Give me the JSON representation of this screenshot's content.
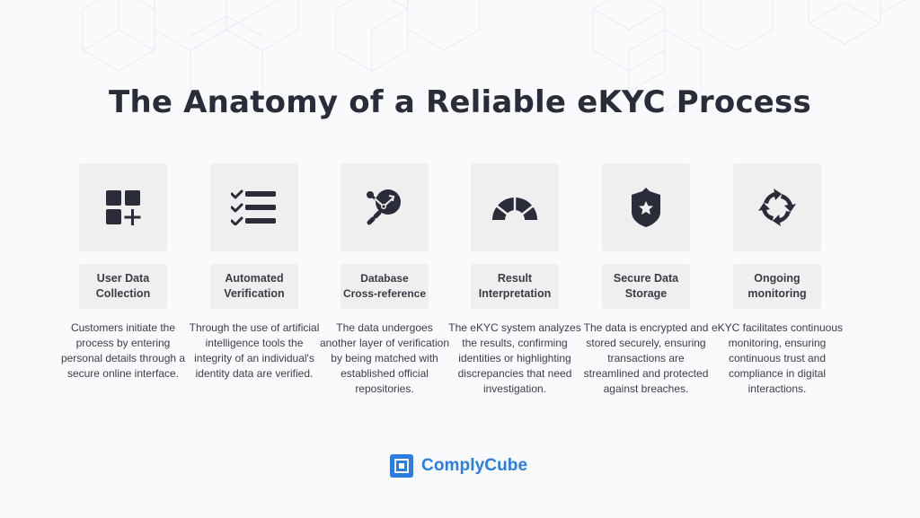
{
  "header": {
    "title": "The Anatomy of a Reliable eKYC Process"
  },
  "colors": {
    "background": "#f9fafb",
    "card": "#efefef",
    "text": "#2b2c3a",
    "icon": "#2b2c3a",
    "brand": "#2b7de1"
  },
  "steps": [
    {
      "icon": "grid-plus-icon",
      "label": "User Data\nCollection",
      "description": "Customers initiate the process by entering personal details through a secure online interface."
    },
    {
      "icon": "checklist-icon",
      "label": "Automated\nVerification",
      "description": "Through the use of artificial intelligence tools the integrity of an individual's identity data are verified."
    },
    {
      "icon": "database-search-icon",
      "label": "Database\nCross-reference",
      "description": "The data undergoes another layer of verification by being matched with established official repositories."
    },
    {
      "icon": "gauge-icon",
      "label": "Result\nInterpretation",
      "description": "The eKYC system analyzes the results, confirming identities or highlighting discrepancies that need investigation."
    },
    {
      "icon": "shield-star-icon",
      "label": "Secure Data\nStorage",
      "description": "The data is encrypted and stored securely, ensuring transactions are streamlined and protected against breaches."
    },
    {
      "icon": "cycle-arrows-icon",
      "label": "Ongoing\nmonitoring",
      "description": "eKYC facilitates continuous monitoring, ensuring continuous trust and compliance in digital interactions."
    }
  ],
  "footer": {
    "brand_name": "ComplyCube",
    "logo_icon": "complycube-logo-icon"
  }
}
